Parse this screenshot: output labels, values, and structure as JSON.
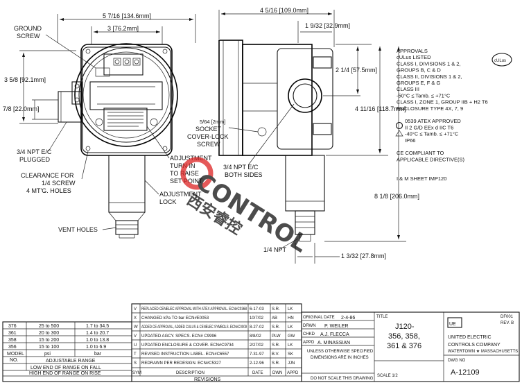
{
  "dims": {
    "width_front": "5 7/16 [134.6mm]",
    "inner_width": "3 [76.2mm]",
    "left_height": "3 5/8 [92.1mm]",
    "left_small": "7/8 [22.0mm]",
    "side_width": "4 5/16 [109.0mm]",
    "side_small": "1 9/32 [32.9mm]",
    "side_h1": "2 1/4 [57.5mm]",
    "side_h2": "4 11/16 [118.7mm]",
    "side_h3": "8 1/8 [206.0mm]",
    "bottom_w": "1 3/32 [27.8mm]"
  },
  "callouts": {
    "ground_screw": [
      "GROUND",
      "SCREW"
    ],
    "npt_plugged": [
      "3/4 NPT E/C",
      "PLUGGED"
    ],
    "clearance": [
      "CLEARANCE FOR",
      "1/4 SCREW",
      "4 MT'G. HOLES"
    ],
    "vent_holes": "VENT HOLES",
    "adjustment_turn": [
      "ADJUSTMENT",
      "TURN IN",
      "TO RAISE",
      "SET POINT"
    ],
    "adjustment_lock": [
      "ADJUSTMENT",
      "LOCK"
    ],
    "socket_screw": [
      "5/64 [2mm]",
      "SOCKET",
      "COVER-LOCK",
      "SCREW"
    ],
    "npt_both": [
      "3/4 NPT E/C",
      "BOTH SIDES"
    ],
    "npt_quarter": "1/4 NPT"
  },
  "approvals": {
    "lines": [
      "APPROVALS",
      "cULus LISTED",
      "CLASS I, DIVISIONS 1 & 2,",
      "  GROUPS B, C & D",
      "CLASS II, DIVISIONS 1 & 2,",
      "  GROUPS E, F & G",
      "CLASS III",
      "-50°C ≤ Tamb. ≤ +71°C",
      "CLASS I, ZONE 1, GROUP IIB + H2 T6",
      "ENCLOSURE TYPE 4X, 7, 9",
      "",
      "0539 ATEX APPROVED",
      "II 2 G/D EEx d IIC T6",
      "  -40°C ≤ Tamb. ≤ +71°C",
      "  IP66",
      "",
      "CE COMPLIANT TO",
      "APPLICABLE DIRECTIVE(S)",
      "",
      "",
      "I & M SHEET IMP120"
    ],
    "ul_mark": "cULus"
  },
  "watermark": {
    "brand": "CONTROL",
    "chinese": "西安睿控"
  },
  "range_table": {
    "rows": [
      {
        "model": "376",
        "psi": "25 to 500",
        "bar": "1.7 to 34.5"
      },
      {
        "model": "361",
        "psi": "20 to 300",
        "bar": "1.4 to 20.7"
      },
      {
        "model": "358",
        "psi": "15 to 200",
        "bar": "1.0 to 13.8"
      },
      {
        "model": "356",
        "psi": "15 to 100",
        "bar": "1.0 to 6.9"
      }
    ],
    "head_model": "MODEL",
    "head_no": "NO.",
    "head_psi": "psi",
    "head_bar": "bar",
    "head_range": "ADJUSTABLE RANGE",
    "note_fall": "LOW END OF RANGE ON FALL",
    "note_rise": "HIGH END OF RANGE ON RISE"
  },
  "revisions": {
    "rows": [
      {
        "sym": "V",
        "desc": "REPLACED CENELEC APPROVAL WITH ATEX APPROVAL. ECN#C0368",
        "date": "6-17-03",
        "dwn": "S.R.",
        "appd": "LK"
      },
      {
        "sym": "X",
        "desc": "CHANGED kPa TO bar   ECN#E0053",
        "date": "10/7/02",
        "dwn": "AB",
        "appd": "HN"
      },
      {
        "sym": "W",
        "desc": "ADDED CE APPROVAL, ADDED CULUS & CENELEC SYMBOLS. ECN#C0009",
        "date": "8-27-02",
        "dwn": "S.R.",
        "appd": "LK"
      },
      {
        "sym": "V",
        "desc": "UPDATED AGCY. SPECS. ECN# C9996",
        "date": "8/8/02",
        "dwn": "PLW",
        "appd": "GW"
      },
      {
        "sym": "U",
        "desc": "UPDATED ENCLOSURE & COVER. ECN#C9734",
        "date": "2/27/02",
        "dwn": "S.R.",
        "appd": "LK"
      },
      {
        "sym": "T",
        "desc": "REVISED INSTRUCTION LABEL. ECN#C6557",
        "date": "7-31-97",
        "dwn": "B.V.",
        "appd": "SK"
      },
      {
        "sym": "S",
        "desc": "REDRAWN PER REDESIGN. ECN#C5327",
        "date": "2-12-96",
        "dwn": "S.R.",
        "appd": "JJN"
      }
    ],
    "head_sym": "SYM",
    "head_desc": "DESCRIPTION",
    "head_date": "DATE",
    "head_dwn": "DWN",
    "head_appd": "APPD",
    "footer": "REVISIONS"
  },
  "title_block": {
    "original_date_label": "ORIGINAL DATE",
    "original_date": "2-4-86",
    "dwn_label": "DRWN",
    "dwn": "P. WEILER",
    "chkd_label": "CHKD",
    "chkd": "A.J. FLECCA",
    "appd_label": "APPD",
    "appd": "A. MINASSIAN",
    "note1": "UNLESS OTHERWISE SPECIFIED",
    "note2": "DIMENSIONS ARE IN INCHES",
    "do_not_scale": "DO NOT SCALE THIS DRAWING",
    "title_label": "TITLE",
    "title_line1": "J120-",
    "title_line2": "356, 358,",
    "title_line3": "361 & 376",
    "logo": "UE",
    "company_line1": "UNITED ELECTRIC",
    "company_line2": "CONTROLS COMPANY",
    "company_line3": "WATERTOWN ★ MASSACHUSETTS",
    "doc": "DF001",
    "rev": "REV. B",
    "scale": "SCALE 1/2",
    "dwg_no_label": "DWG NO",
    "dwg_no": "A-12109"
  }
}
